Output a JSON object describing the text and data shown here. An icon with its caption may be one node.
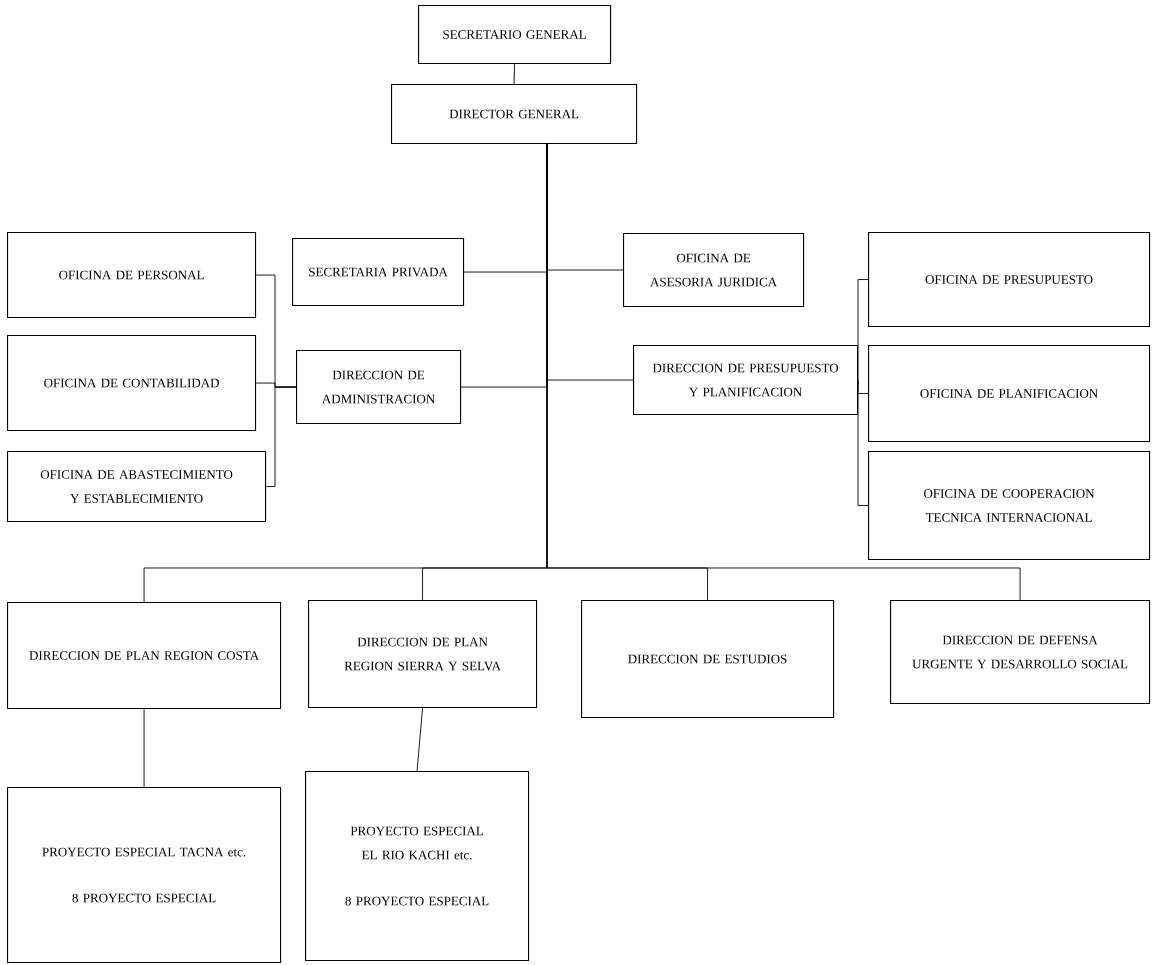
{
  "diagram": {
    "nodes": [
      {
        "text": [
          "SECRETARIO GENERAL"
        ]
      },
      {
        "text": [
          "DIRECTOR GENERAL"
        ]
      },
      {
        "text": [
          "SECRETARIA PRIVADA"
        ]
      },
      {
        "text": [
          "OFICINA DE ASESORIA JURIDICA"
        ]
      },
      {
        "text": [
          "OFICINA DE PERSONAL"
        ]
      },
      {
        "text": [
          "OFICINA DE CONTABILIDAD"
        ]
      },
      {
        "text": [
          "OFICINA DE ABASTECIMIENTO Y ESTABLECIMIENTO"
        ]
      },
      {
        "text": [
          "DIRECCION DE ADMINISTRACION"
        ]
      },
      {
        "text": [
          "DIRECCION DE PRESUPUESTO Y PLANIFICACION"
        ]
      },
      {
        "text": [
          "OFICINA DE PRESUPUESTO"
        ]
      },
      {
        "text": [
          "OFICINA DE PLANIFICACION"
        ]
      },
      {
        "text": [
          "OFICINA DE COOPERACION TECNICA INTERNACIONAL"
        ]
      },
      {
        "text": [
          "DIRECCION DE PLAN REGION COSTA"
        ]
      },
      {
        "text": [
          "DIRECCION DE PLAN REGION SIERRA Y SELVA"
        ]
      },
      {
        "text": [
          "DIRECCION DE ESTUDIOS"
        ]
      },
      {
        "text": [
          "DIRECCION DE DEFENSA URGENTE Y DESARROLLO SOCIAL"
        ]
      },
      {
        "text": [
          "PROYECTO ESPECIAL TACNA etc.",
          "8 PROYECTO ESPECIAL"
        ]
      },
      {
        "text": [
          "PROYECTO ESPECIAL EL RIO KACHI etc.",
          "8 PROYECTO ESPECIAL"
        ]
      }
    ],
    "edges": [
      {
        "from": 0,
        "to": 1,
        "arrow": "none"
      },
      {
        "from": 1,
        "to": 2,
        "arrow": "none"
      },
      {
        "from": 1,
        "to": 3,
        "arrow": "none"
      },
      {
        "from": 1,
        "to": 7,
        "arrow": "none"
      },
      {
        "from": 1,
        "to": 8,
        "arrow": "none"
      },
      {
        "from": 7,
        "to": 4,
        "arrow": "none"
      },
      {
        "from": 7,
        "to": 5,
        "arrow": "none"
      },
      {
        "from": 7,
        "to": 6,
        "arrow": "none"
      },
      {
        "from": 8,
        "to": 9,
        "arrow": "none"
      },
      {
        "from": 8,
        "to": 10,
        "arrow": "none"
      },
      {
        "from": 8,
        "to": 11,
        "arrow": "none"
      },
      {
        "from": 1,
        "to": 12,
        "arrow": "none"
      },
      {
        "from": 1,
        "to": 13,
        "arrow": "none"
      },
      {
        "from": 1,
        "to": 14,
        "arrow": "none"
      },
      {
        "from": 1,
        "to": 15,
        "arrow": "none"
      },
      {
        "from": 12,
        "to": 16,
        "arrow": "none"
      },
      {
        "from": 13,
        "to": 17,
        "arrow": "none"
      }
    ]
  }
}
